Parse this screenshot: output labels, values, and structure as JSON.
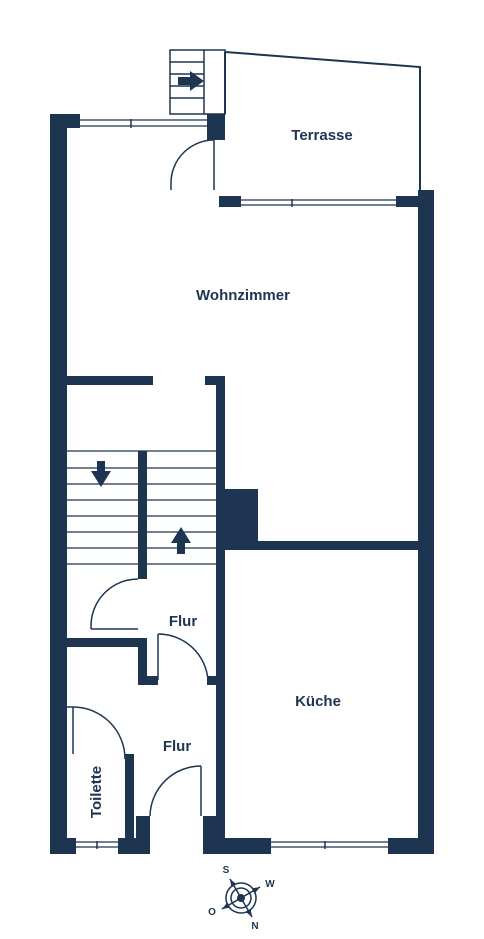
{
  "colors": {
    "wall": "#1e3552",
    "thin_line": "#1e3552",
    "background": "#ffffff"
  },
  "rooms": {
    "terrasse": "Terrasse",
    "wohnzimmer": "Wohnzimmer",
    "flur_upper": "Flur",
    "flur_lower": "Flur",
    "kueche": "Küche",
    "toilette": "Toilette"
  },
  "compass": {
    "north": "N",
    "south": "S",
    "east": "O",
    "west": "W"
  },
  "icons": {
    "entrance_arrow": "arrow-right-icon",
    "stairs_down": "arrow-down-icon",
    "stairs_up": "arrow-up-icon",
    "compass": "compass-rose-icon"
  }
}
